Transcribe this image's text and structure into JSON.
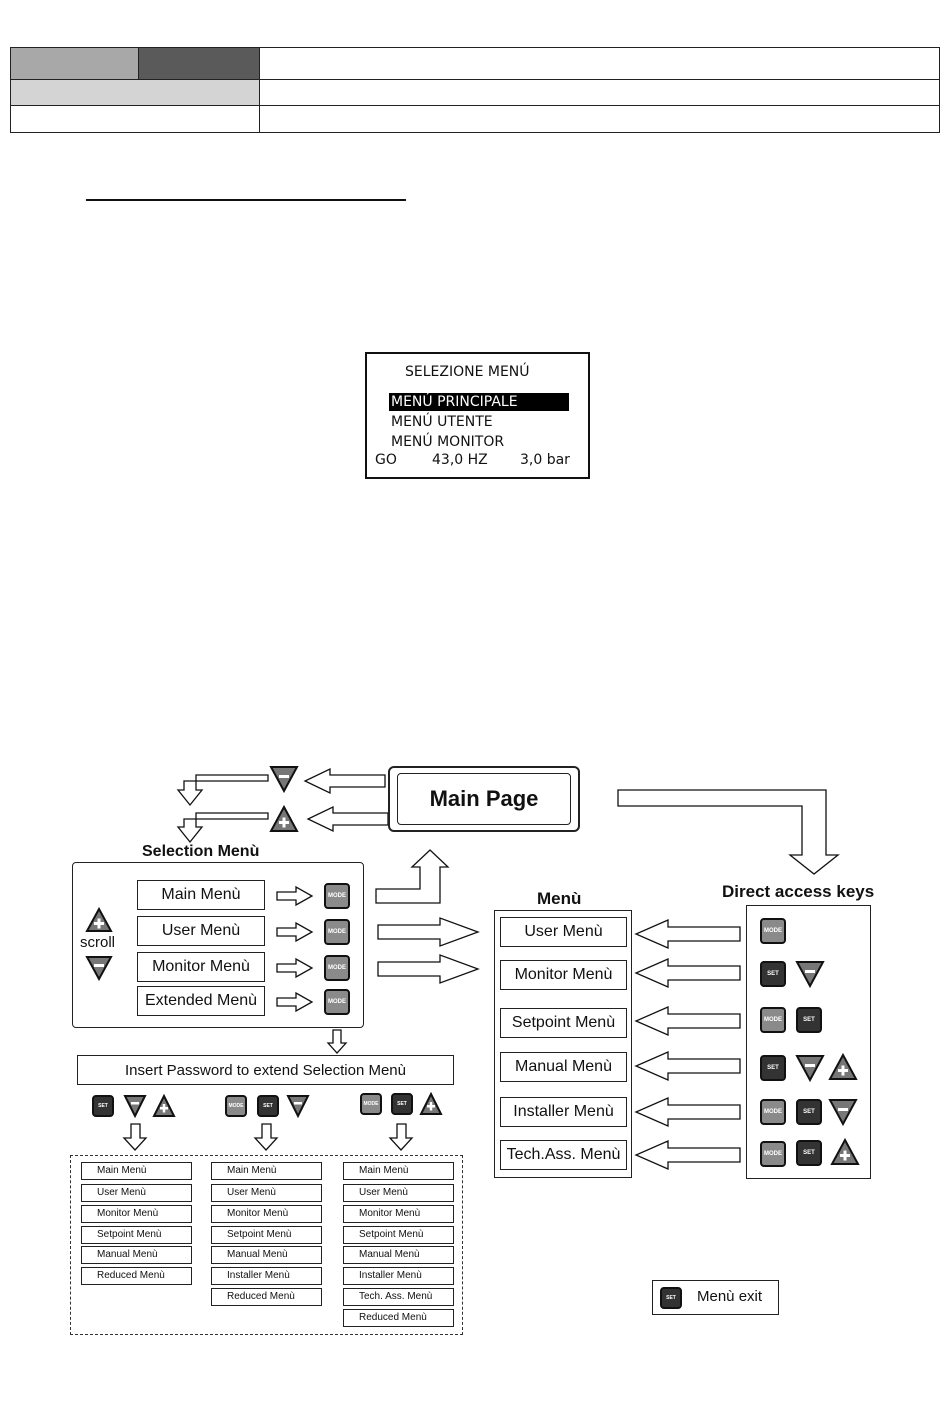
{
  "lcd": {
    "title": "SELEZIONE MENÚ",
    "line1": "MENÚ PRINCIPALE",
    "line2": "MENÚ UTENTE",
    "line3": "MENÚ MONITOR",
    "status_go": "GO",
    "status_freq": "43,0 HZ",
    "status_press": "3,0 bar"
  },
  "diagram": {
    "main_page": "Main Page",
    "selection_title": "Selection Menù",
    "scroll": "scroll",
    "selection_items": [
      "Main Menù",
      "User Menù",
      "Monitor Menù",
      "Extended Menù"
    ],
    "menu_title": "Menù",
    "menu_items": [
      "User Menù",
      "Monitor Menù",
      "Setpoint Menù",
      "Manual Menù",
      "Installer Menù",
      "Tech.Ass. Menù"
    ],
    "direct_title": "Direct access keys",
    "password": "Insert Password to extend Selection Menù",
    "key_mode": "MODE",
    "key_set": "SET",
    "col1": [
      "Main Menù",
      "User Menù",
      "Monitor Menù",
      "Setpoint Menù",
      "Manual Menù",
      "Reduced Menù"
    ],
    "col2": [
      "Main Menù",
      "User Menù",
      "Monitor Menù",
      "Setpoint Menù",
      "Manual Menù",
      "Installer Menù",
      "Reduced Menù"
    ],
    "col3": [
      "Main Menù",
      "User Menù",
      "Monitor Menù",
      "Setpoint Menù",
      "Manual Menù",
      "Installer Menù",
      "Tech. Ass. Menù",
      "Reduced Menù"
    ],
    "exit": "Menù exit"
  },
  "colors": {
    "mode_key": "#8a8a8a",
    "set_key": "#333333",
    "header_gray_1": "#a8a8a8",
    "header_gray_2": "#5a5a5a",
    "header_gray_3": "#d4d4d4"
  }
}
